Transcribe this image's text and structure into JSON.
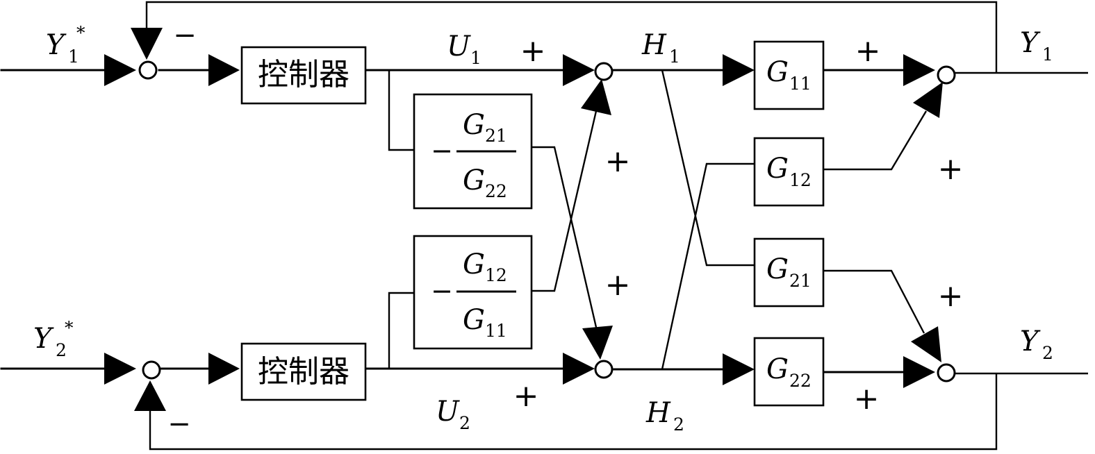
{
  "inputs": {
    "y1_star": {
      "sym": "Y",
      "sub": "1",
      "sup": "*"
    },
    "y2_star": {
      "sym": "Y",
      "sub": "2",
      "sup": "*"
    }
  },
  "outputs": {
    "y1": {
      "sym": "Y",
      "sub": "1"
    },
    "y2": {
      "sym": "Y",
      "sub": "2"
    }
  },
  "controllers": {
    "top": {
      "label": "控制器"
    },
    "bottom": {
      "label": "控制器"
    }
  },
  "signals": {
    "u1": {
      "sym": "U",
      "sub": "1"
    },
    "u2": {
      "sym": "U",
      "sub": "2"
    },
    "h1": {
      "sym": "H",
      "sub": "1"
    },
    "h2": {
      "sym": "H",
      "sub": "2"
    }
  },
  "decouplers": {
    "d21": {
      "minus": "−",
      "num_sym": "G",
      "num_sub": "21",
      "den_sym": "G",
      "den_sub": "22"
    },
    "d12": {
      "minus": "−",
      "num_sym": "G",
      "num_sub": "12",
      "den_sym": "G",
      "den_sub": "11"
    }
  },
  "plant": {
    "g11": {
      "sym": "G",
      "sub": "11"
    },
    "g12": {
      "sym": "G",
      "sub": "12"
    },
    "g21": {
      "sym": "G",
      "sub": "21"
    },
    "g22": {
      "sym": "G",
      "sub": "22"
    }
  },
  "signs": {
    "fb1_minus": "−",
    "fb2_minus": "−",
    "sumH1_plus_top": "+",
    "sumH1_plus_side": "+",
    "sumH2_plus_side": "+",
    "sumH2_plus_bottom": "+",
    "sumY1_plus_top": "+",
    "sumY1_plus_side": "+",
    "sumY2_plus_side": "+",
    "sumY2_plus_bottom": "+"
  }
}
